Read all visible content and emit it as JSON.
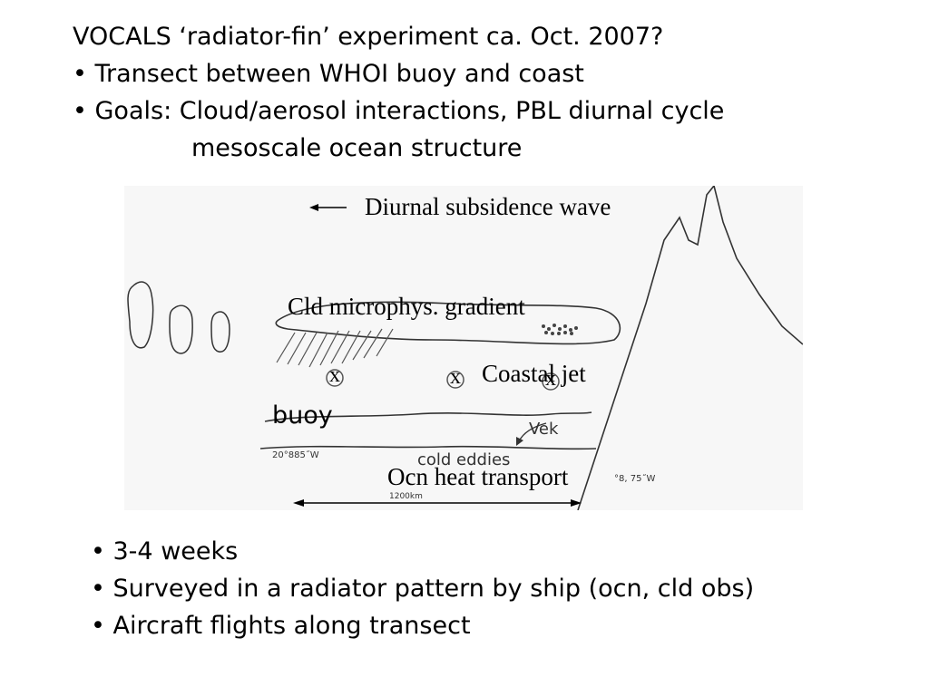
{
  "header": {
    "title": "VOCALS ‘radiator-fin’ experiment ca. Oct. 2007?",
    "bullets": [
      "• Transect between WHOI buoy and coast",
      "• Goals: Cloud/aerosol interactions, PBL diurnal cycle"
    ],
    "continuation": "mesoscale ocean structure"
  },
  "diagram": {
    "wave_label": "Diurnal subsidence wave",
    "cloud_label": "Cld microphys. gradient",
    "jet_label": "Coastal jet",
    "buoy_label": "buoy",
    "vek_label": "Vek",
    "eddies_label": "cold eddies",
    "heat_label": "Ocn heat transport",
    "left_coord": "20°885˝W",
    "right_coord": "°8, 75˝W",
    "scale_label": "1200km",
    "marker": "x"
  },
  "footer": {
    "bullets": [
      "• 3-4 weeks",
      "• Surveyed in a radiator pattern by ship (ocn, cld obs)",
      "• Aircraft flights along transect"
    ]
  }
}
